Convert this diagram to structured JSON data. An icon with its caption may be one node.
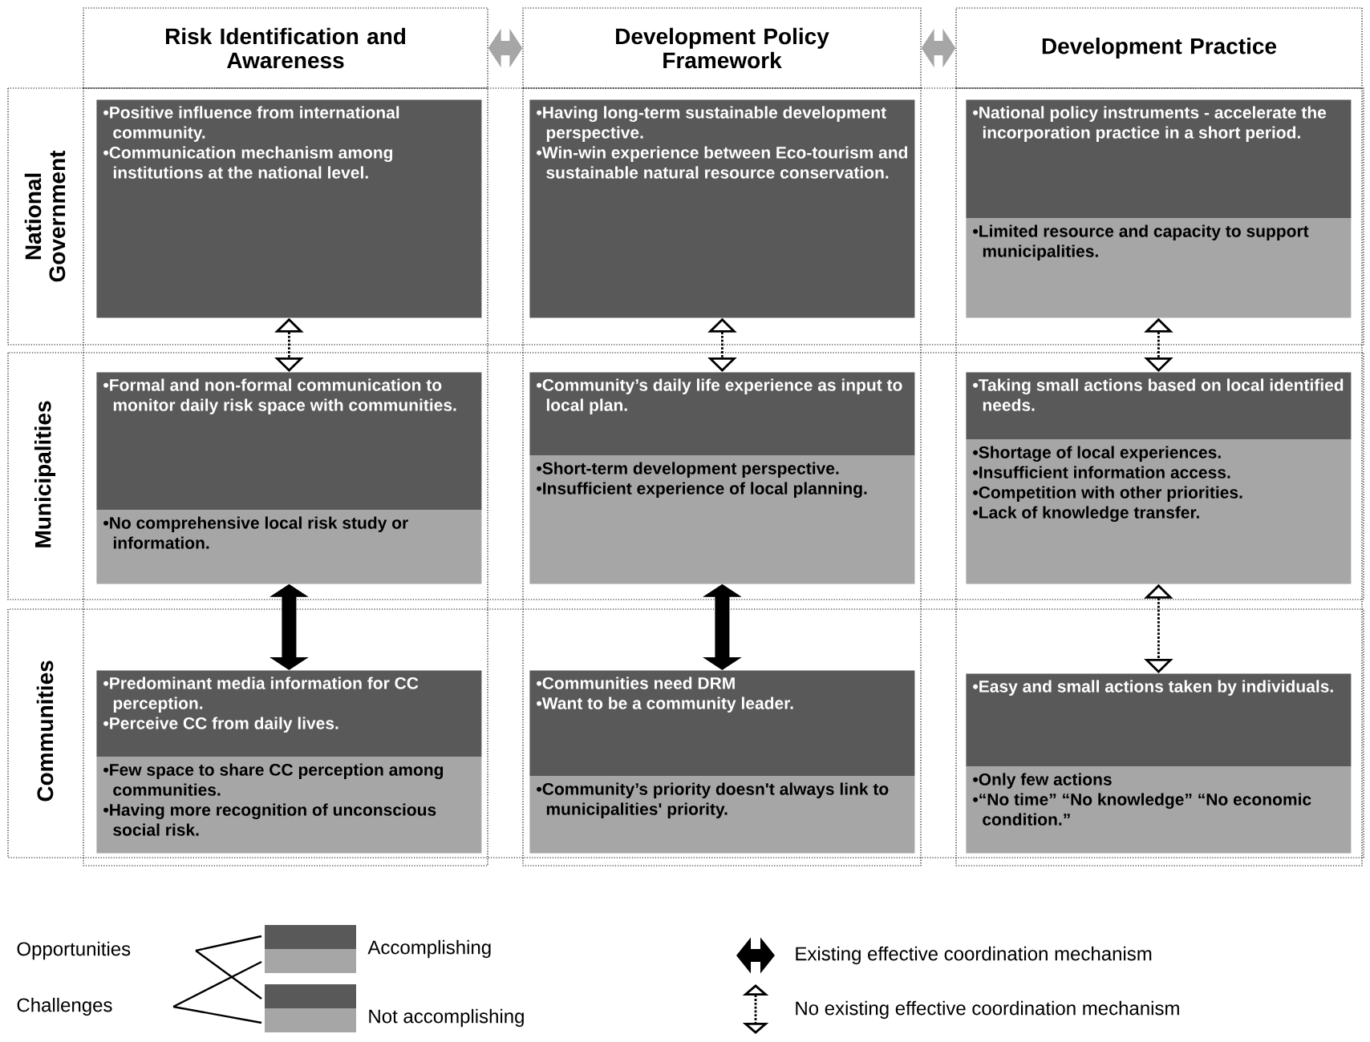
{
  "diagram": {
    "nodes": [
      {
        "text": [
          "Risk Identification and Awareness"
        ]
      },
      {
        "text": [
          "Development Policy Framework"
        ]
      },
      {
        "text": [
          "Development Practice"
        ]
      },
      {
        "text": [
          "National Government"
        ]
      },
      {
        "text": [
          "Municipalities"
        ]
      },
      {
        "text": [
          "Communities"
        ]
      },
      {
        "text": [
          "•Positive influence from international community.",
          "•Communication mechanism among institutions at the national level."
        ]
      },
      {
        "text": [
          "•Having long-term sustainable development perspective.",
          "•Win-win experience between Eco-tourism and sustainable natural resource conservation."
        ]
      },
      {
        "text": [
          "•National policy instruments - accelerate the incorporation practice in a short period."
        ]
      },
      {
        "text": [
          "•Limited resource and capacity to support municipalities."
        ]
      },
      {
        "text": [
          "•Formal and non-formal communication to monitor daily risk space with communities."
        ]
      },
      {
        "text": [
          "•No comprehensive local risk study or information."
        ]
      },
      {
        "text": [
          "•Community’s daily life experience as input to local plan."
        ]
      },
      {
        "text": [
          "•Short-term development perspective.",
          "•Insufficient experience of local planning."
        ]
      },
      {
        "text": [
          "•Taking small actions based on local identified needs."
        ]
      },
      {
        "text": [
          "•Shortage of local experiences.",
          "•Insufficient information access.",
          "•Competition with other priorities.",
          "•Lack of knowledge transfer."
        ]
      },
      {
        "text": [
          "•Predominant media information for CC perception.",
          "•Perceive CC from daily lives."
        ]
      },
      {
        "text": [
          "•Few space to share CC perception among communities.",
          "•Having more recognition of unconscious social risk."
        ]
      },
      {
        "text": [
          "•Communities need DRM",
          "•Want to be a community leader."
        ]
      },
      {
        "text": [
          "•Community’s priority doesn't always link to municipalities' priority."
        ]
      },
      {
        "text": [
          "•Easy and small actions taken by individuals."
        ]
      },
      {
        "text": [
          "•Only few actions",
          "•“No time” “No knowledge” “No economic condition.”"
        ]
      }
    ],
    "edges": [
      {
        "from": 0,
        "to": 1,
        "arrow": "both",
        "style": "thick",
        "color": "#a6a6a6"
      },
      {
        "from": 1,
        "to": 2,
        "arrow": "both",
        "style": "thick",
        "color": "#a6a6a6"
      },
      {
        "from": 6,
        "to": 10,
        "arrow": "both",
        "style": "dashed"
      },
      {
        "from": 7,
        "to": 12,
        "arrow": "both",
        "style": "dashed"
      },
      {
        "from": 9,
        "to": 14,
        "arrow": "both",
        "style": "dashed"
      },
      {
        "from": 11,
        "to": 16,
        "arrow": "both",
        "style": "thick"
      },
      {
        "from": 13,
        "to": 18,
        "arrow": "both",
        "style": "thick"
      },
      {
        "from": 15,
        "to": 20,
        "arrow": "both",
        "style": "dashed"
      }
    ],
    "legend": [
      {
        "text": "Opportunities",
        "color": "#595959"
      },
      {
        "text": "Challenges",
        "color": "#a6a6a6"
      },
      {
        "text": "Accomplishing"
      },
      {
        "text": "Not accomplishing"
      },
      {
        "text": "Existing effective coordination mechanism"
      },
      {
        "text": "No existing effective coordination mechanism"
      }
    ]
  }
}
